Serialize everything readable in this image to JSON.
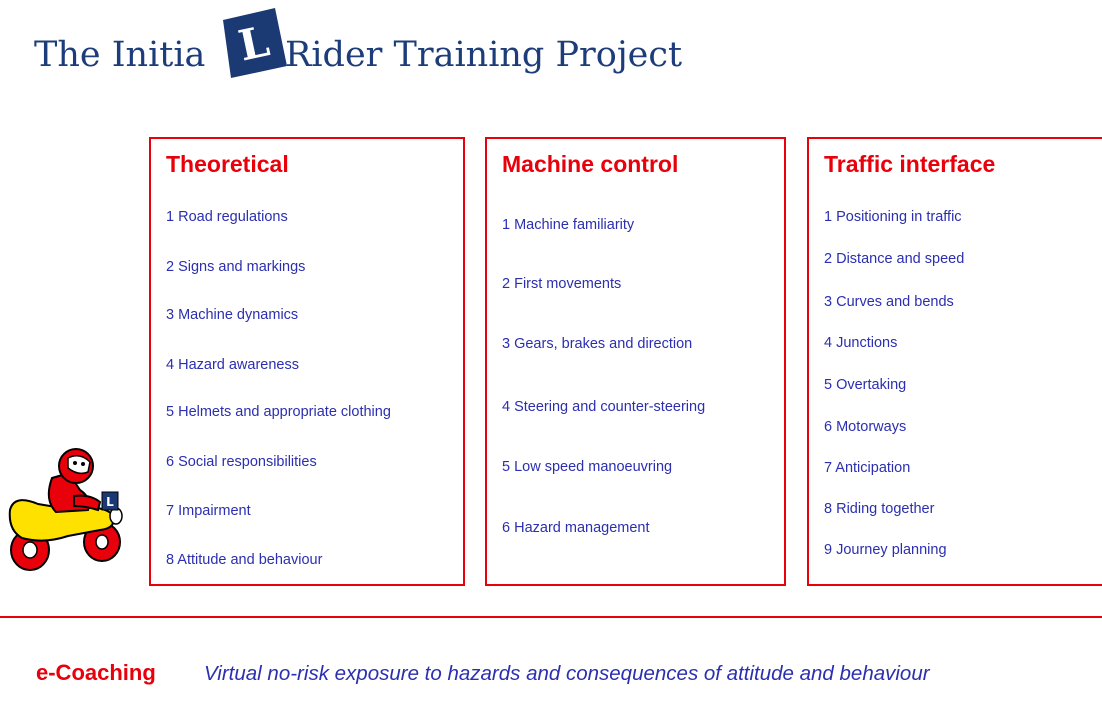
{
  "title": {
    "part1": "The Initia",
    "logo_letter": "L",
    "part2": "Rider Training Project"
  },
  "boxes": {
    "theoretical": {
      "heading": "Theoretical",
      "items": [
        "1  Road regulations",
        "2  Signs and markings",
        "3  Machine dynamics",
        "4  Hazard awareness",
        "5 Helmets and appropriate clothing",
        "6  Social responsibilities",
        "7  Impairment",
        "8  Attitude and behaviour"
      ]
    },
    "machine_control": {
      "heading": "Machine control",
      "items": [
        "1  Machine familiarity",
        "2  First movements",
        "3  Gears, brakes and direction",
        "4  Steering and counter-steering",
        "5  Low speed manoeuvring",
        "6  Hazard management"
      ]
    },
    "traffic_interface": {
      "heading": "Traffic interface",
      "items": [
        "1  Positioning in traffic",
        "2  Distance and speed",
        "3  Curves and bends",
        "4  Junctions",
        "5  Overtaking",
        "6  Motorways",
        "7  Anticipation",
        "8  Riding together",
        "9  Journey planning"
      ]
    }
  },
  "ecoaching": {
    "label": "e-Coaching",
    "text": "Virtual no-risk exposure to hazards and consequences of attitude and behaviour"
  },
  "colors": {
    "title": "#1d3d7a",
    "logo_bg": "#1b3a73",
    "box_border": "#e8000b",
    "heading": "#e8000b",
    "item_text": "#2b2fb0"
  },
  "icons": {
    "logo": "l-plate-logo-icon",
    "rider": "motorcycle-rider-mascot-icon"
  }
}
